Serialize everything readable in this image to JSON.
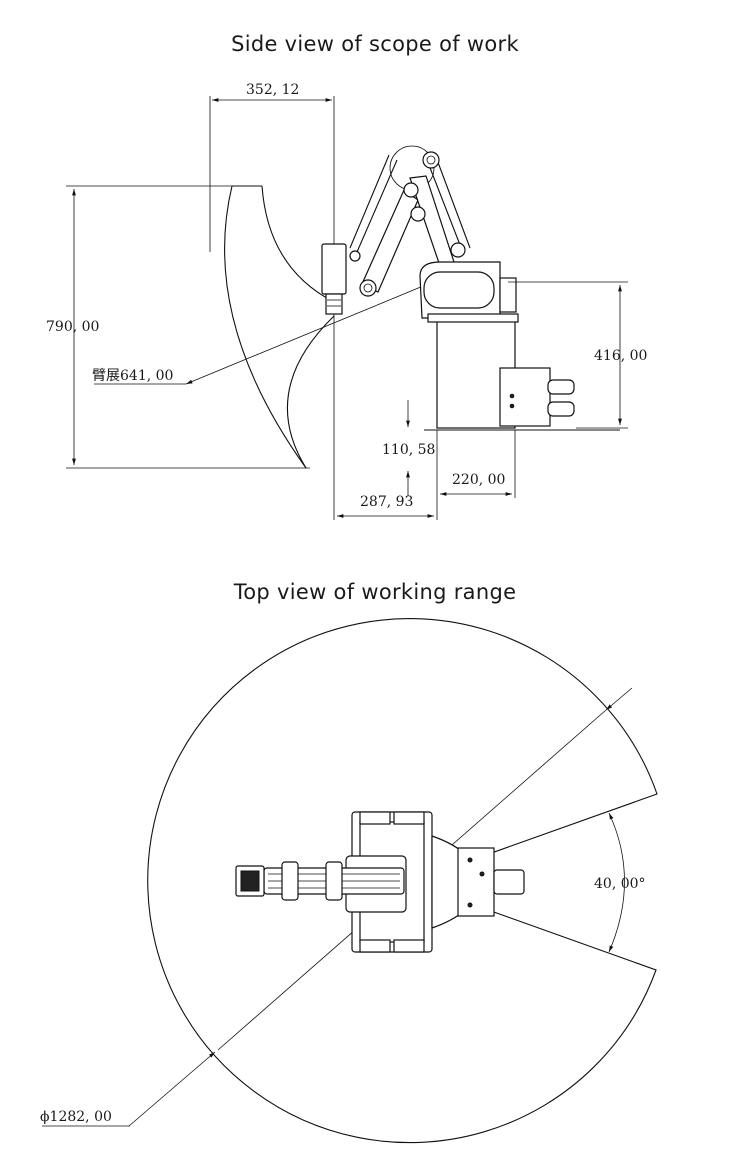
{
  "side_view": {
    "title": "Side view of scope of work",
    "dims": {
      "top_offset": "352, 12",
      "height": "790, 00",
      "reach": "臂展641, 00",
      "base_height": "416, 00",
      "below_base": "110, 58",
      "base_width": "220, 00",
      "inner_offset": "287, 93"
    }
  },
  "top_view": {
    "title": "Top view of working range",
    "dims": {
      "angle": "40, 00°",
      "diameter": "ϕ1282, 00"
    }
  }
}
